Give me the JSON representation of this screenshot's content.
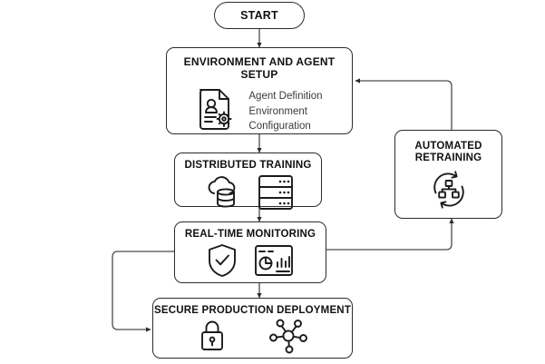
{
  "diagram": {
    "type": "flowchart",
    "title": "MLOps agent lifecycle flowchart",
    "background": "#ffffff",
    "stroke": "#2b2b2b",
    "text_color": "#111111"
  },
  "nodes": {
    "start": {
      "label": "START",
      "shape": "terminator"
    },
    "setup": {
      "title": "ENVIRONMENT AND AGENT SETUP",
      "details": [
        "Agent Definition",
        "Environment",
        "Configuration"
      ],
      "icons": [
        "document-user-gear-icon"
      ]
    },
    "training": {
      "title": "DISTRIBUTED TRAINING",
      "icons": [
        "cloud-database-icon",
        "server-rack-icon"
      ]
    },
    "monitoring": {
      "title": "REAL-TIME MONITORING",
      "icons": [
        "shield-check-icon",
        "analytics-dashboard-icon"
      ]
    },
    "deployment": {
      "title": "SECURE PRODUCTION DEPLOYMENT",
      "icons": [
        "padlock-icon",
        "network-nodes-icon"
      ]
    },
    "retraining": {
      "title_line1": "AUTOMATED",
      "title_line2": "RETRAINING",
      "icons": [
        "refresh-hierarchy-icon"
      ]
    }
  },
  "edges": [
    {
      "name": "start-to-setup",
      "from": "start",
      "to": "setup"
    },
    {
      "name": "setup-to-training",
      "from": "setup",
      "to": "training"
    },
    {
      "name": "training-to-monitoring",
      "from": "training",
      "to": "monitoring"
    },
    {
      "name": "monitoring-to-deployment",
      "from": "monitoring",
      "to": "deployment"
    },
    {
      "name": "monitoring-to-retraining",
      "from": "monitoring",
      "to": "retraining"
    },
    {
      "name": "retraining-to-setup",
      "from": "retraining",
      "to": "setup"
    },
    {
      "name": "monitoring-feedback-to-deployment",
      "from": "monitoring",
      "to": "deployment"
    }
  ]
}
